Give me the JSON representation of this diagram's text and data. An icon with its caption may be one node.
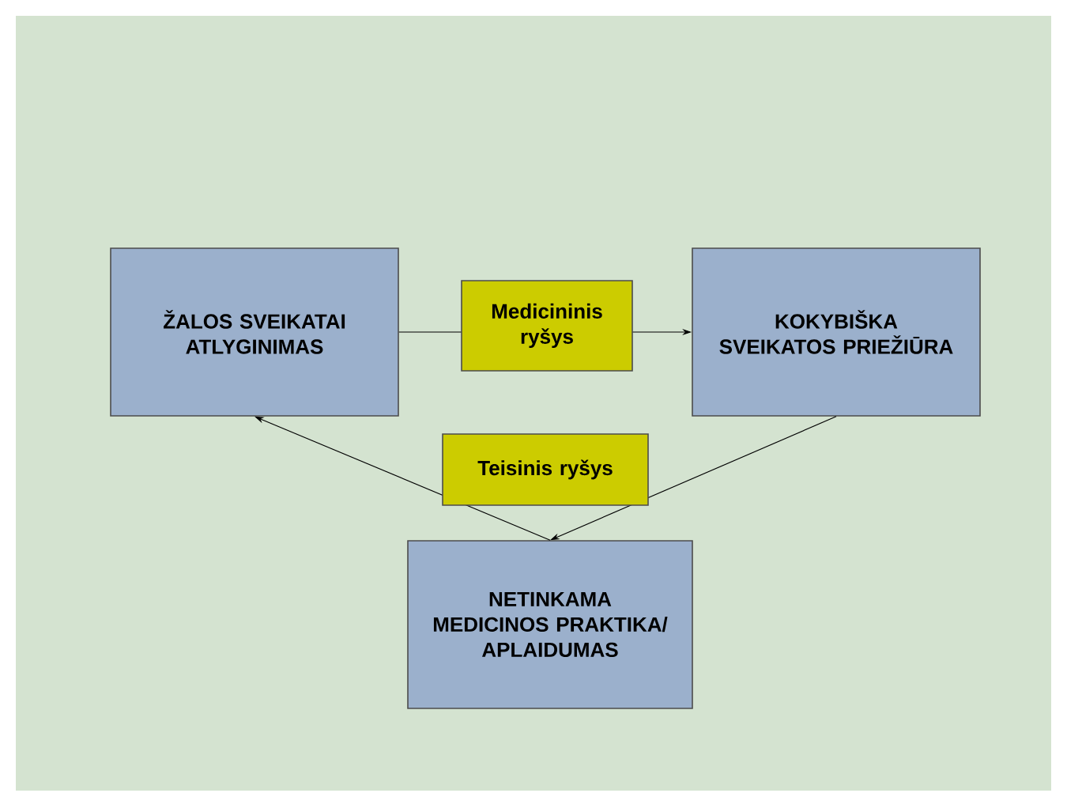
{
  "diagram": {
    "nodes": [
      {
        "text": [
          "ŽALOS SVEIKATAI ATLYGINIMAS"
        ]
      },
      {
        "text": [
          "KOKYBIŠKA SVEIKATOS PRIEŽIŪRA"
        ]
      },
      {
        "text": [
          "NETINKAMA MEDICINOS PRAKTIKA/ APLAIDUMAS"
        ]
      }
    ],
    "edges": [
      {
        "from": 0,
        "to": 1,
        "arrow": "to",
        "label": "Medicininis ryšys"
      },
      {
        "from": 2,
        "to": 0,
        "arrow": "to",
        "label": "Teisinis ryšys"
      },
      {
        "from": 1,
        "to": 2,
        "arrow": "to"
      }
    ]
  }
}
